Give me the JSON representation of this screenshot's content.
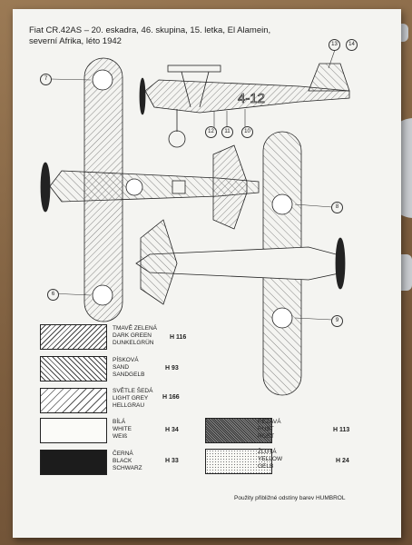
{
  "title": {
    "line1": "Fiat CR.42AS – 20. eskadra, 46. skupina, 15. letka, El Alamein,",
    "line2": "severní Afrika, léto 1942"
  },
  "callouts": [
    "13",
    "14",
    "7",
    "12",
    "11",
    "10",
    "8",
    "6",
    "9"
  ],
  "fuselage_code": "4-12",
  "colors": [
    {
      "cz": "TMAVĚ ZELENÁ",
      "en": "DARK GREEN",
      "de": "DUNKELGRÜN",
      "code": "H 116"
    },
    {
      "cz": "PÍSKOVÁ",
      "en": "SAND",
      "de": "SANDGELB",
      "code": "H 93"
    },
    {
      "cz": "SVĚTLE ŠEDÁ",
      "en": "LIGHT GREY",
      "de": "HELLGRAU",
      "code": "H 166"
    },
    {
      "cz": "BÍLÁ",
      "en": "WHITE",
      "de": "WEIß",
      "code": "H 34"
    },
    {
      "cz": "ČERNÁ",
      "en": "BLACK",
      "de": "SCHWARZ",
      "code": "H 33"
    },
    {
      "cz": "REZAVÁ",
      "en": "RUST",
      "de": "ROST",
      "code": "H 113"
    },
    {
      "cz": "ŽLUTÁ",
      "en": "YELLOW",
      "de": "GELB",
      "code": "H 24"
    }
  ],
  "note": "Použity přibližné odstíny barev HUMBROL"
}
